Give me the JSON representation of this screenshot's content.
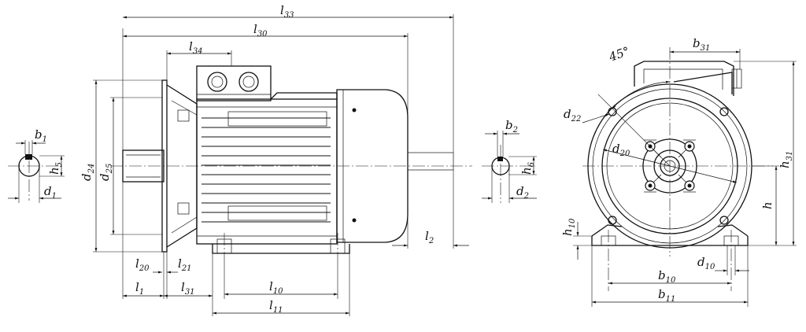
{
  "drawing": {
    "dimensions": {
      "l33": {
        "letter": "l",
        "index": "33"
      },
      "l30": {
        "letter": "l",
        "index": "30"
      },
      "l34": {
        "letter": "l",
        "index": "34"
      },
      "l2": {
        "letter": "l",
        "index": "2"
      },
      "l20": {
        "letter": "l",
        "index": "20"
      },
      "l21": {
        "letter": "l",
        "index": "21"
      },
      "l1": {
        "letter": "l",
        "index": "1"
      },
      "l31": {
        "letter": "l",
        "index": "31"
      },
      "l10": {
        "letter": "l",
        "index": "10"
      },
      "l11": {
        "letter": "l",
        "index": "11"
      },
      "d24": {
        "letter": "d",
        "index": "24"
      },
      "d25": {
        "letter": "d",
        "index": "25"
      },
      "b1": {
        "letter": "b",
        "index": "1"
      },
      "h5": {
        "letter": "h",
        "index": "5"
      },
      "d1": {
        "letter": "d",
        "index": "1"
      },
      "b2": {
        "letter": "b",
        "index": "2"
      },
      "h6": {
        "letter": "h",
        "index": "6"
      },
      "d2": {
        "letter": "d",
        "index": "2"
      },
      "b31": {
        "letter": "b",
        "index": "31"
      },
      "d22": {
        "letter": "d",
        "index": "22"
      },
      "d20": {
        "letter": "d",
        "index": "20"
      },
      "h31": {
        "letter": "h",
        "index": "31"
      },
      "h": {
        "letter": "h",
        "index": ""
      },
      "h10": {
        "letter": "h",
        "index": "10"
      },
      "d10": {
        "letter": "d",
        "index": "10"
      },
      "b10": {
        "letter": "b",
        "index": "10"
      },
      "b11": {
        "letter": "b",
        "index": "11"
      }
    },
    "angle_label": "45°"
  }
}
